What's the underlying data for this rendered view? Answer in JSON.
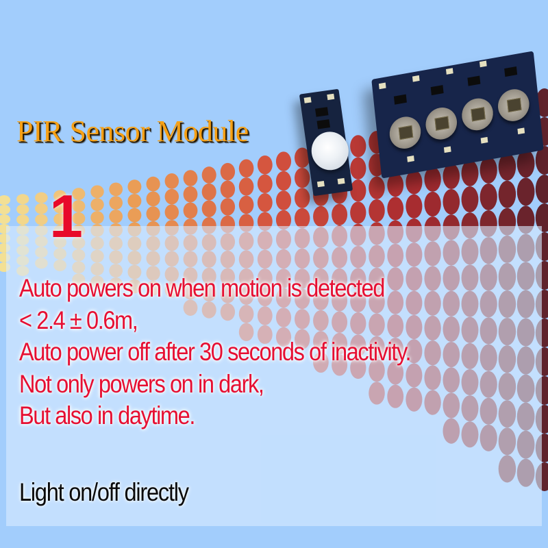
{
  "title": "PIR Sensor Module",
  "step_number": "1",
  "features": [
    "Auto powers on when motion is detected",
    "< 2.4 ± 0.6m,",
    "Auto power off after 30 seconds of inactivity.",
    "Not only powers on in dark,",
    "But also in daytime."
  ],
  "footer_note": "Light on/off directly",
  "images": {
    "small_module": "single PIR sensor board with white fresnel lens dome",
    "multi_module": "PCB with four pyroelectric PIR sensors"
  },
  "colors": {
    "background": "#a2cdfc",
    "title": "#f6a015",
    "accent_red": "#e60f32",
    "note_text": "#0a0a0a"
  }
}
